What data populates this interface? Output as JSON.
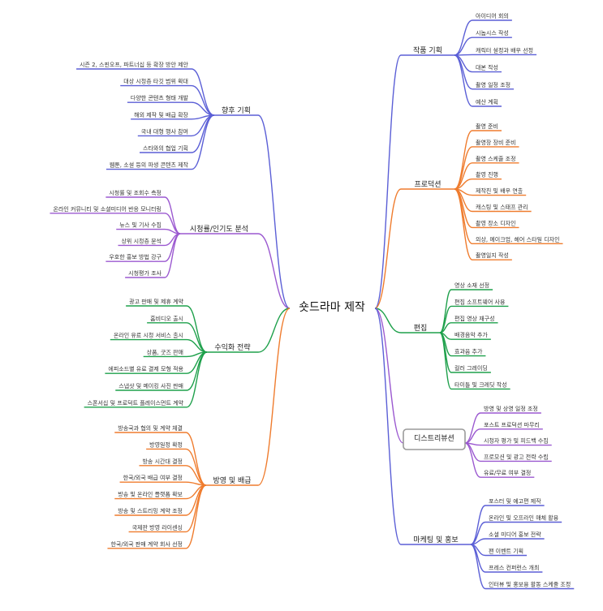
{
  "mindmap": {
    "root": "숏드라마 제작",
    "colors": {
      "blue": "#5b5fd6",
      "orange": "#ef7c2e",
      "green": "#1ea04b",
      "purple": "#9b59d0",
      "gray": "#999999"
    },
    "branches": [
      {
        "label": "작품 기획",
        "color": "#5b5fd6",
        "children": [
          "아이디어 회의",
          "시놉시스 작성",
          "캐릭터 설정과 배우 선정",
          "대본 작성",
          "촬영 일정 조정",
          "예산 계획"
        ]
      },
      {
        "label": "프로덕션",
        "color": "#ef7c2e",
        "children": [
          "촬영 준비",
          "촬영장 장비 준비",
          "촬영 스케줄 조정",
          "촬영 진행",
          "제작진 및 배우 연출",
          "캐스팅 및 스태프 관리",
          "촬영 장소 디자인",
          "의상, 메이크업, 헤어 스타일 디자인",
          "촬영일지 작성"
        ]
      },
      {
        "label": "편집",
        "color": "#1ea04b",
        "children": [
          "영상 소재 선정",
          "편집 소프트웨어 사용",
          "편집 영상 재구성",
          "배경음악 추가",
          "효과음 추가",
          "컬러 그레이딩",
          "타이틀 및 크레딧 작성"
        ]
      },
      {
        "label": "디스트리뷰션",
        "color": "#9b59d0",
        "children": [
          "방영 및 상영 일정 조정",
          "포스트 프로덕션 마무리",
          "시청자 평가 및 피드백 수집",
          "프로모션 및 광고 전략 수립",
          "유료/무료 여부 결정"
        ]
      },
      {
        "label": "마케팅 및 홍보",
        "color": "#5b5fd6",
        "children": [
          "포스터 및 예고편 제작",
          "온라인 및 오프라인 매체 활용",
          "소셜 미디어 홍보 전략",
          "팬 이벤트 기획",
          "프레스 컨퍼런스 개최",
          "인터뷰 및 홍보용 활동 스케줄 조정"
        ]
      },
      {
        "label": "향후 기획",
        "color": "#5b5fd6",
        "children": [
          "시즌 2, 스핀오프, 파트너십 등 확장 방안 제안",
          "대상 시청층 타깃 범위 확대",
          "다양한 콘텐츠 형태 개발",
          "해외 제작 및 배급 확장",
          "국내 대형 행사 참여",
          "스타와의 협업 기획",
          "웹툰, 소설 등의 파생 콘텐츠 제작"
        ]
      },
      {
        "label": "시청률/인기도 분석",
        "color": "#9b59d0",
        "children": [
          "시청률 및 조회수 측정",
          "온라인 커뮤니티 및 소셜미디어 반응 모니터링",
          "뉴스 및 기사 수집",
          "상위 시청층 분석",
          "우호한 홍보 방법 강구",
          "시청평가 조사"
        ]
      },
      {
        "label": "수익화 전략",
        "color": "#1ea04b",
        "children": [
          "광고 판매 및 제휴 계약",
          "홈비디오 출시",
          "온라인 유료 시청 서비스 출시",
          "상품, 굿즈 판매",
          "에피소드별 유료 결제 모형 적용",
          "스냅샷 및 메이킹 사진 판매",
          "스폰서십 및 프로덕트 플레이스먼트 계약"
        ]
      },
      {
        "label": "방영 및 배급",
        "color": "#ef7c2e",
        "children": [
          "방송국과 협의 및 계약 체결",
          "방영일정 확정",
          "방송 시간대 결정",
          "한국/외국 배급 여부 결정",
          "방송 및 온라인 플랫폼 확보",
          "방송 및 스트리밍 계약 조정",
          "국제판 방영 라이센싱",
          "한국/외국 판매 계약 회사 선정"
        ]
      }
    ]
  }
}
